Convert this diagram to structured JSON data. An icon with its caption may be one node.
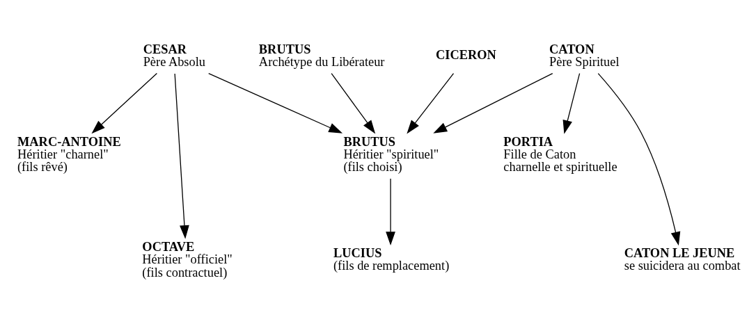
{
  "diagram": {
    "nodes": [
      {
        "text": [
          "CESAR",
          "Père Absolu"
        ]
      },
      {
        "text": [
          "CATON",
          "Père Spirituel"
        ]
      },
      {
        "text": [
          "BRUTUS",
          "Archétype du Libérateur"
        ]
      },
      {
        "text": [
          "CICERON"
        ]
      },
      {
        "text": [
          "MARC-ANTOINE",
          "Héritier \"charnel\"",
          "(fils rêvé)"
        ]
      },
      {
        "text": [
          "BRUTUS",
          "Héritier \"spirituel\"",
          "(fils choisi)"
        ]
      },
      {
        "text": [
          "PORTIA",
          "Fille de Caton",
          "charnelle et spirituelle"
        ]
      },
      {
        "text": [
          "OCTAVE",
          "Héritier \"officiel\"",
          "(fils contractuel)"
        ]
      },
      {
        "text": [
          "LUCIUS",
          "(fils de remplacement)"
        ]
      },
      {
        "text": [
          "CATON LE JEUNE",
          "se suicidera au combat"
        ]
      }
    ],
    "edges": [
      {
        "from": 0,
        "to": 4,
        "arrow": "to"
      },
      {
        "from": 0,
        "to": 5,
        "arrow": "to"
      },
      {
        "from": 0,
        "to": 7,
        "arrow": "to"
      },
      {
        "from": 1,
        "to": 5,
        "arrow": "to"
      },
      {
        "from": 1,
        "to": 9,
        "arrow": "to"
      },
      {
        "from": 1,
        "to": 6,
        "arrow": "to"
      },
      {
        "from": 2,
        "to": 5,
        "arrow": "to"
      },
      {
        "from": 3,
        "to": 5,
        "arrow": "to"
      },
      {
        "from": 5,
        "to": 8,
        "arrow": "to"
      }
    ]
  }
}
